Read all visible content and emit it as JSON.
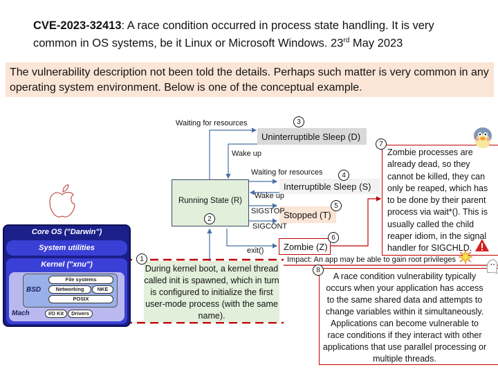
{
  "header": {
    "cve_id": "CVE-2023-32413",
    "title_rest": ": A race condition occurred in process state handling. It is very common in OS systems, be it Linux or Microsoft Windows. 23",
    "date_sup": "rd",
    "date_rest": " May 2023"
  },
  "intro_note": "The vulnerability description not been told the details. Perhaps such matter is very common in any operating system environment. Below is one of the conceptual example.",
  "colors": {
    "note_bg": "#fbe5d6",
    "running_bg": "#e2efda",
    "sleep_d_bg": "#d9d9d9",
    "sleep_s_bg": "#f2f2f2",
    "stopped_bg": "#fbe5d6",
    "alert_red": "#c00000",
    "arrow_blue": "#4a6fa5",
    "darwin_blue": "#1b1f8a"
  },
  "states": {
    "running": "Running State (R)",
    "uninterruptible": "Uninterruptible Sleep (D)",
    "interruptible": "Interruptible Sleep (S)",
    "stopped": "Stopped (T)",
    "zombie": "Zombie (Z)"
  },
  "transitions": {
    "waiting_d": "Waiting for resources",
    "wake_d": "Wake up",
    "waiting_s": "Waiting for resources",
    "wake_s": "Wake up",
    "sigstop": "SIGSTOP",
    "sigcont": "SIGCONT",
    "exit": "exit()"
  },
  "markers": [
    "1",
    "2",
    "3",
    "4",
    "5",
    "6",
    "7",
    "8"
  ],
  "callouts": {
    "init": "During kernel boot, a kernel thread called init is spawned, which in turn is configured to initialize the first user-mode process (with the same name).",
    "zombie": "Zombie processes are already dead, so they cannot be killed, they can only be reaped, which has to be done by their parent process via wait*(). This is usually called the child reaper idiom, in the signal handler for SIGCHLD.",
    "impact": "Impact: An app may be able to gain root privileges",
    "race": "A race condition vulnerability typically occurs when your application has access to the same shared data and attempts to change variables within it simultaneously. Applications can become vulnerable to race conditions if they interact with other applications that use parallel processing or multiple threads."
  },
  "darwin": {
    "core_os": "Core OS (\"Darwin\")",
    "system_utilities": "System utilities",
    "kernel": "Kernel (\"xnu\")",
    "bsd": "BSD",
    "file_systems": "File systems",
    "networking": "Networking",
    "nke": "NKE",
    "posix": "POSIX",
    "mach": "Mach",
    "io_kit": "I/O Kit",
    "drivers": "Drivers"
  },
  "icons": [
    "apple-logo-icon",
    "warning-triangle-icon",
    "explosion-icon",
    "penguin-sticker-icon",
    "ghost-sticker-icon"
  ]
}
